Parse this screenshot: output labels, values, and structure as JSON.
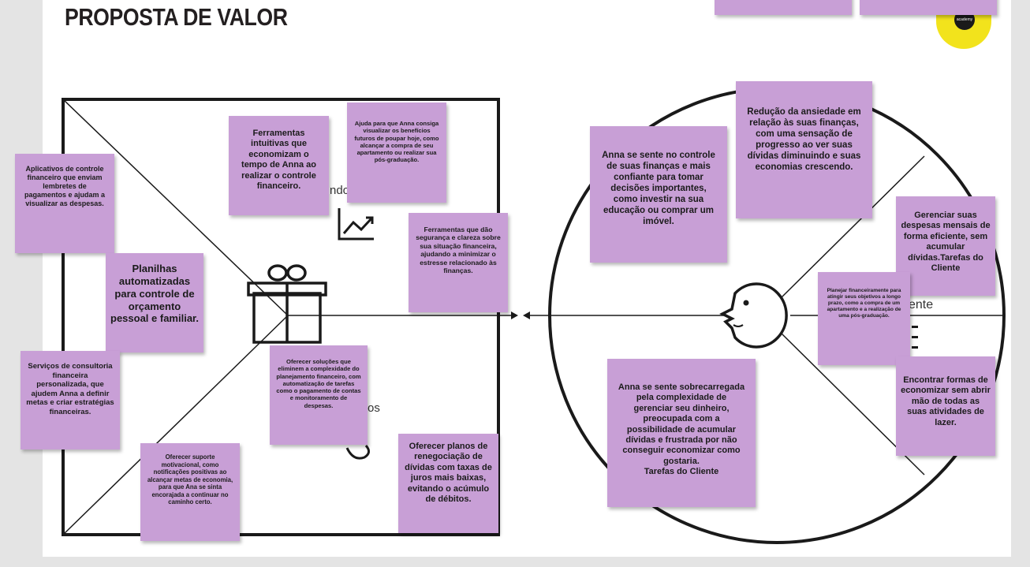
{
  "title": "PROPOSTA DE VALOR",
  "logo_text": "academy",
  "colors": {
    "note": "#c89fd6",
    "logo": "#f2e31c",
    "line": "#1a1a1a",
    "background": "#e4e4e4"
  },
  "fragments": {
    "ndo": "ndo",
    "os": "os",
    "ente": "ente"
  },
  "notes": {
    "app_controle": "Aplicativos de controle financeiro que enviam lembretes de pagamentos e ajudam a visualizar as despesas.",
    "planilhas": "Planilhas automatizadas para controle de orçamento pessoal e familiar.",
    "consultoria": "Serviços de consultoria financeira personalizada, que ajudem Anna a definir metas e criar estratégias financeiras.",
    "suporte": "Oferecer suporte motivacional, como notificações positivas ao alcançar metas de economia, para que Ana se sinta encorajada a continuar no caminho certo.",
    "ferramentas_intuitivas": "Ferramentas intuitivas que economizam o tempo de Anna ao realizar o controle financeiro.",
    "ajuda_visualizar": "Ajuda para que Anna consiga visualizar os benefícios futuros de poupar hoje, como alcançar a compra de seu apartamento ou realizar sua pós-graduação.",
    "ferramentas_seguranca": "Ferramentas que dão segurança e clareza sobre sua situação financeira, ajudando a minimizar o estresse relacionado às finanças.",
    "solucoes": "Oferecer soluções que eliminem a complexidade do planejamento financeiro, com automatização de tarefas como o pagamento de contas e monitoramento de despesas.",
    "renegociacao": "Oferecer planos de renegociação de dívidas com taxas de juros mais baixas, evitando o acúmulo de débitos.",
    "controle_financas": "Anna se sente no controle de suas finanças e mais confiante para tomar decisões importantes, como investir na sua educação ou comprar um imóvel.",
    "reducao_ansiedade": "Redução da ansiedade em relação às suas finanças, com uma sensação de progresso ao ver suas dívidas diminuindo e suas economias crescendo.",
    "gerenciar_despesas": "Gerenciar suas despesas mensais de forma eficiente, sem acumular dívidas.Tarefas do Cliente",
    "planejar": "Planejar financeiramente para atingir seus objetivos a longo prazo, como a compra de um apartamento e a realização de uma pós-graduação.",
    "sobrecarregada": "Anna se sente sobrecarregada pela complexidade de gerenciar seu dinheiro, preocupada com a possibilidade de acumular dívidas e frustrada por não conseguir economizar como gostaria.\nTarefas do Cliente",
    "encontrar_formas": "Encontrar formas de economizar sem abrir mão de todas as suas atividades de lazer.",
    "top_note_1": "",
    "top_note_2": ""
  }
}
